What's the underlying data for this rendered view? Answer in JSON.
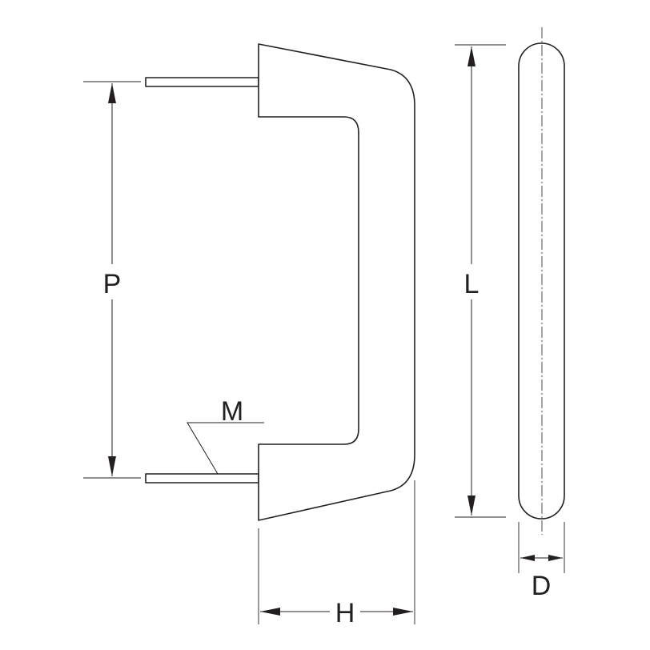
{
  "diagram": {
    "line_color": "#231f20",
    "background": "#ffffff",
    "dimensions": {
      "pitch": "P",
      "length": "L",
      "thread": "M",
      "height": "H",
      "diameter": "D"
    }
  }
}
